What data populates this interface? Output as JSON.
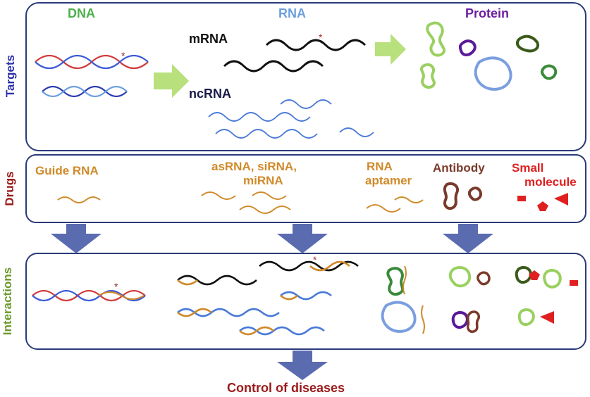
{
  "colors": {
    "panel_border": "#2a3a7a",
    "arrow_fill": "#5a6bb0",
    "light_arrow": "#b8e07c",
    "dna_green": "#4bb04b",
    "rna_blue": "#6a9fe0",
    "protein_purple": "#6a1fa0",
    "targets_blue": "#2b2fa8",
    "drugs_red": "#9b1a1a",
    "interactions_green": "#6a9a2a",
    "orange_text": "#d08a2a",
    "antibody_brown": "#7a3a2a",
    "small_molecule_red": "#e02020",
    "control_red": "#9b1a1a",
    "black_text": "#111111",
    "ncrna_text": "#1a1a4a"
  },
  "icons": [
    "arrow-right-icon",
    "arrow-down-icon",
    "dna-helix-icon",
    "rna-strand-icon",
    "protein-blob-icon",
    "antibody-icon",
    "small-molecule-icon",
    "mutation-star-icon"
  ],
  "targets": {
    "side_label": "Targets",
    "dna_title": "DNA",
    "rna_title": "RNA",
    "protein_title": "Protein",
    "mrna_label": "mRNA",
    "ncrna_label": "ncRNA"
  },
  "drugs": {
    "side_label": "Drugs",
    "guide_rna": "Guide RNA",
    "asrna_line1": "asRNA, siRNA,",
    "asrna_line2": "miRNA",
    "aptamer_line1": "RNA",
    "aptamer_line2": "aptamer",
    "antibody": "Antibody",
    "small_molecule_line1": "Small",
    "small_molecule_line2": "molecule"
  },
  "interactions": {
    "side_label": "Interactions"
  },
  "footer": {
    "control": "Control of diseases"
  }
}
